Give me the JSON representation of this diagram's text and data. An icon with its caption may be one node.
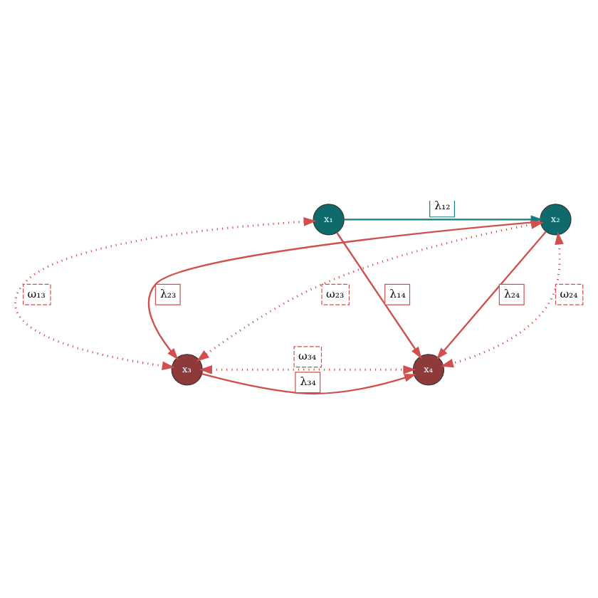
{
  "diagram": {
    "nodes": [
      {
        "text": [
          "x₁"
        ]
      },
      {
        "text": [
          "x₂"
        ]
      },
      {
        "text": [
          "x₃"
        ]
      },
      {
        "text": [
          "x₄"
        ]
      }
    ],
    "edges": [
      {
        "from": 0,
        "to": 1,
        "arrow": "to",
        "label": "λ₁₂",
        "color": "#137f7f"
      },
      {
        "from": 0,
        "to": 3,
        "arrow": "to",
        "label": "λ₁₄"
      },
      {
        "from": 1,
        "to": 2,
        "arrow": "to",
        "label": "λ₂₃"
      },
      {
        "from": 1,
        "to": 3,
        "arrow": "to",
        "label": "λ₂₄"
      },
      {
        "from": 2,
        "to": 3,
        "arrow": "to",
        "label": "λ₃₄"
      },
      {
        "from": 0,
        "to": 2,
        "arrow": "both",
        "label": "ω₁₃",
        "style": "dashed"
      },
      {
        "from": 1,
        "to": 2,
        "arrow": "both",
        "label": "ω₂₃",
        "style": "dashed"
      },
      {
        "from": 1,
        "to": 3,
        "arrow": "both",
        "label": "ω₂₄",
        "style": "dashed"
      },
      {
        "from": 2,
        "to": 3,
        "arrow": "both",
        "label": "ω₃₄",
        "style": "dashed"
      }
    ]
  }
}
